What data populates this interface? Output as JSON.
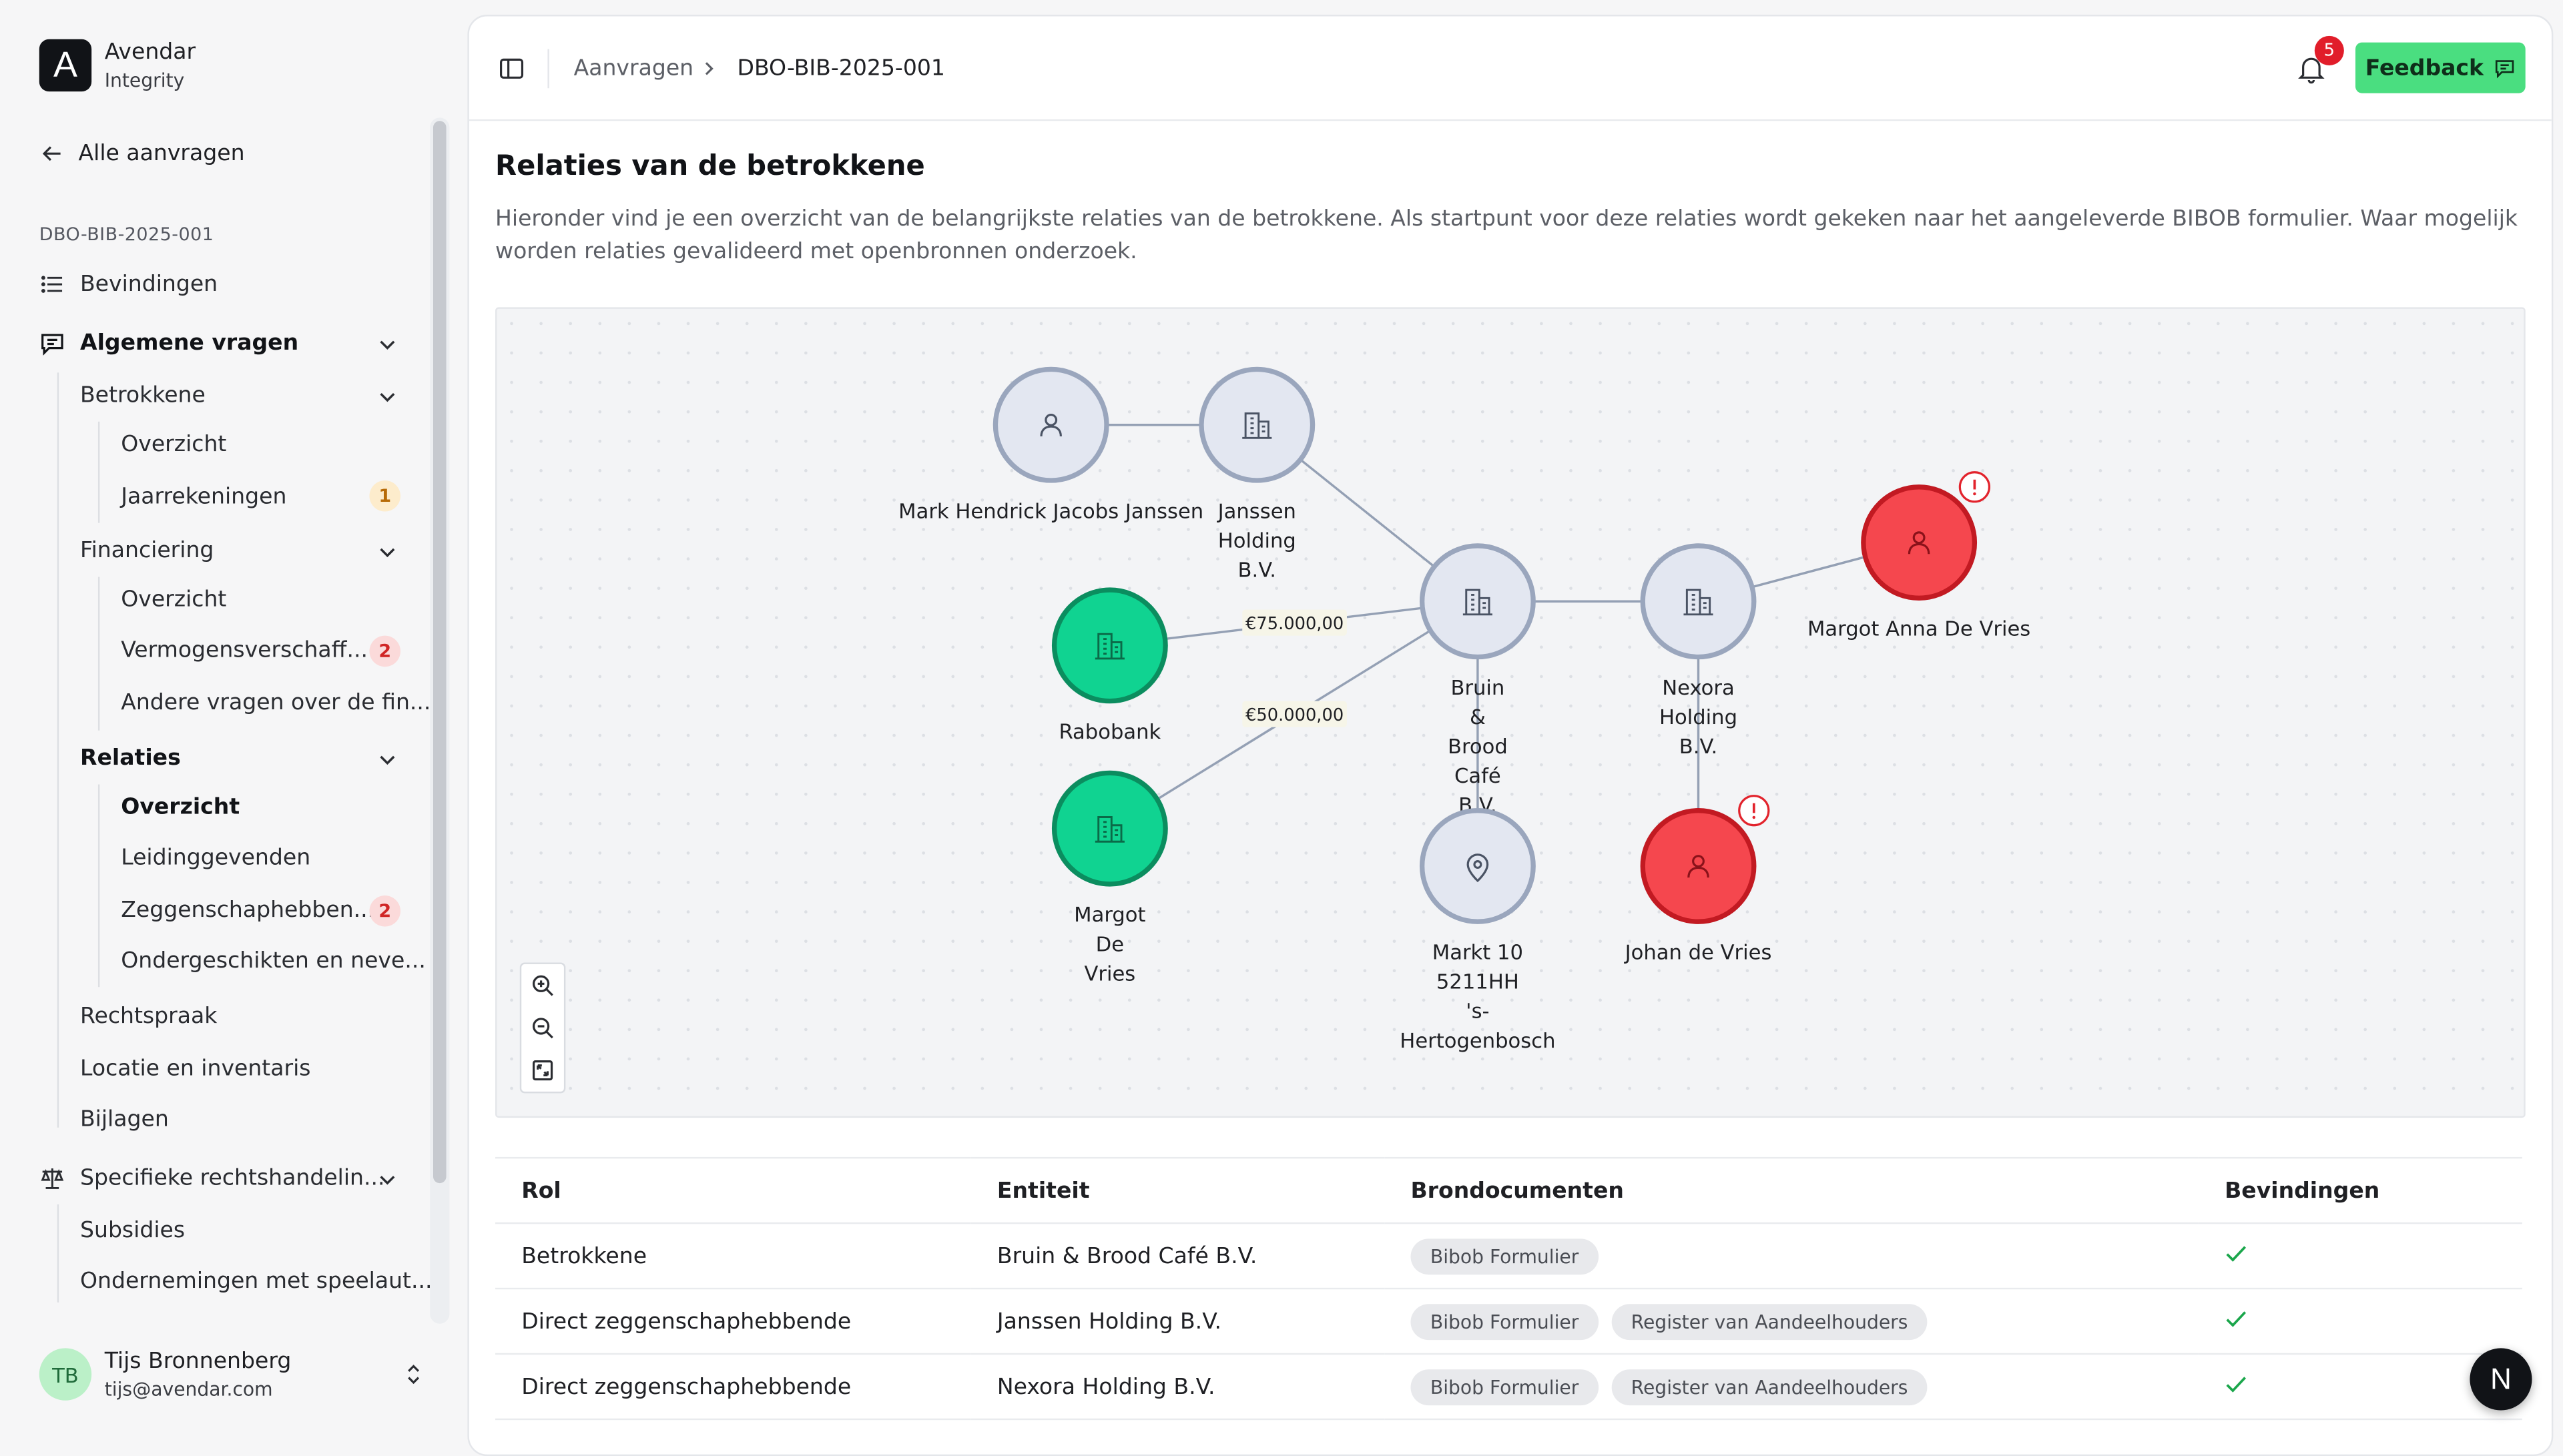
{
  "brand": {
    "logo_letter": "A",
    "name": "Avendar",
    "subtitle": "Integrity"
  },
  "sidebar": {
    "back_link": "Alle aanvragen",
    "case_id": "DBO-BIB-2025-001",
    "items": {
      "bevindingen": "Bevindingen",
      "algemene_vragen": "Algemene vragen",
      "betrokkene": "Betrokkene",
      "betrokkene_overzicht": "Overzicht",
      "jaarrekeningen": "Jaarrekeningen",
      "jaarrekeningen_count": "1",
      "financiering": "Financiering",
      "financiering_overzicht": "Overzicht",
      "vermogensverschaffers": "Vermogensverschaff...",
      "vermogensverschaffers_count": "2",
      "andere_vragen": "Andere vragen over de fin...",
      "relaties": "Relaties",
      "relaties_overzicht": "Overzicht",
      "leidinggevenden": "Leidinggevenden",
      "zeggenschaphebbenden": "Zeggenschaphebben...",
      "zeggenschaphebbenden_count": "2",
      "ondergeschikten": "Ondergeschikten en neve...",
      "rechtspraak": "Rechtspraak",
      "locatie": "Locatie en inventaris",
      "bijlagen": "Bijlagen",
      "specifieke": "Specifieke rechtshandelin...",
      "subsidies": "Subsidies",
      "ondernemingen": "Ondernemingen met speelaut..."
    },
    "user": {
      "initials": "TB",
      "name": "Tijs Bronnenberg",
      "email": "tijs@avendar.com"
    }
  },
  "topbar": {
    "breadcrumb_parent": "Aanvragen",
    "breadcrumb_current": "DBO-BIB-2025-001",
    "notification_count": "5",
    "feedback_label": "Feedback"
  },
  "section": {
    "title": "Relaties van de betrokkene",
    "description": "Hieronder vind je een overzicht van de belangrijkste relaties van de betrokkene. Als startpunt voor deze relaties wordt gekeken naar het aangeleverde BIBOB formulier. Waar mogelijk worden relaties gevalideerd met openbronnen onderzoek."
  },
  "graph": {
    "nodes": {
      "mark": {
        "label_lines": [
          "Mark Hendrick Jacobs Janssen"
        ],
        "icon": "person-icon"
      },
      "janssen": {
        "label_lines": [
          "Janssen",
          "Holding",
          "B.V."
        ],
        "icon": "building-icon"
      },
      "bruin": {
        "label_lines": [
          "Bruin",
          "&",
          "Brood",
          "Café",
          "B.V."
        ],
        "icon": "building-icon"
      },
      "nexora": {
        "label_lines": [
          "Nexora",
          "Holding",
          "B.V."
        ],
        "icon": "building-icon"
      },
      "margot_anna": {
        "label_lines": [
          "Margot Anna De Vries"
        ],
        "icon": "person-icon",
        "alert": true
      },
      "rabobank": {
        "label_lines": [
          "Rabobank"
        ],
        "icon": "building-icon"
      },
      "margot": {
        "label_lines": [
          "Margot",
          "De",
          "Vries"
        ],
        "icon": "building-icon"
      },
      "markt": {
        "label_lines": [
          "Markt 10",
          "5211HH",
          "'s-",
          "Hertogenbosch"
        ],
        "icon": "location-pin-icon"
      },
      "johan": {
        "label_lines": [
          "Johan de Vries"
        ],
        "icon": "person-icon",
        "alert": true
      }
    },
    "edges": {
      "rabobank_bruin": "€75.000,00",
      "margot_bruin": "€50.000,00"
    },
    "colors": {
      "neutral": "#e3e7f1",
      "green": "#10d391",
      "red": "#f5474e",
      "edge": "#94a0b4"
    }
  },
  "table": {
    "headers": {
      "rol": "Rol",
      "entiteit": "Entiteit",
      "brondocumenten": "Brondocumenten",
      "bevindingen": "Bevindingen"
    },
    "rows": [
      {
        "rol": "Betrokkene",
        "entiteit": "Bruin & Brood Café B.V.",
        "doc1": "Bibob Formulier",
        "doc2": ""
      },
      {
        "rol": "Direct zeggenschaphebbende",
        "entiteit": "Janssen Holding B.V.",
        "doc1": "Bibob Formulier",
        "doc2": "Register van Aandeelhouders"
      },
      {
        "rol": "Direct zeggenschaphebbende",
        "entiteit": "Nexora Holding B.V.",
        "doc1": "Bibob Formulier",
        "doc2": "Register van Aandeelhouders"
      }
    ]
  },
  "help_button": "N"
}
